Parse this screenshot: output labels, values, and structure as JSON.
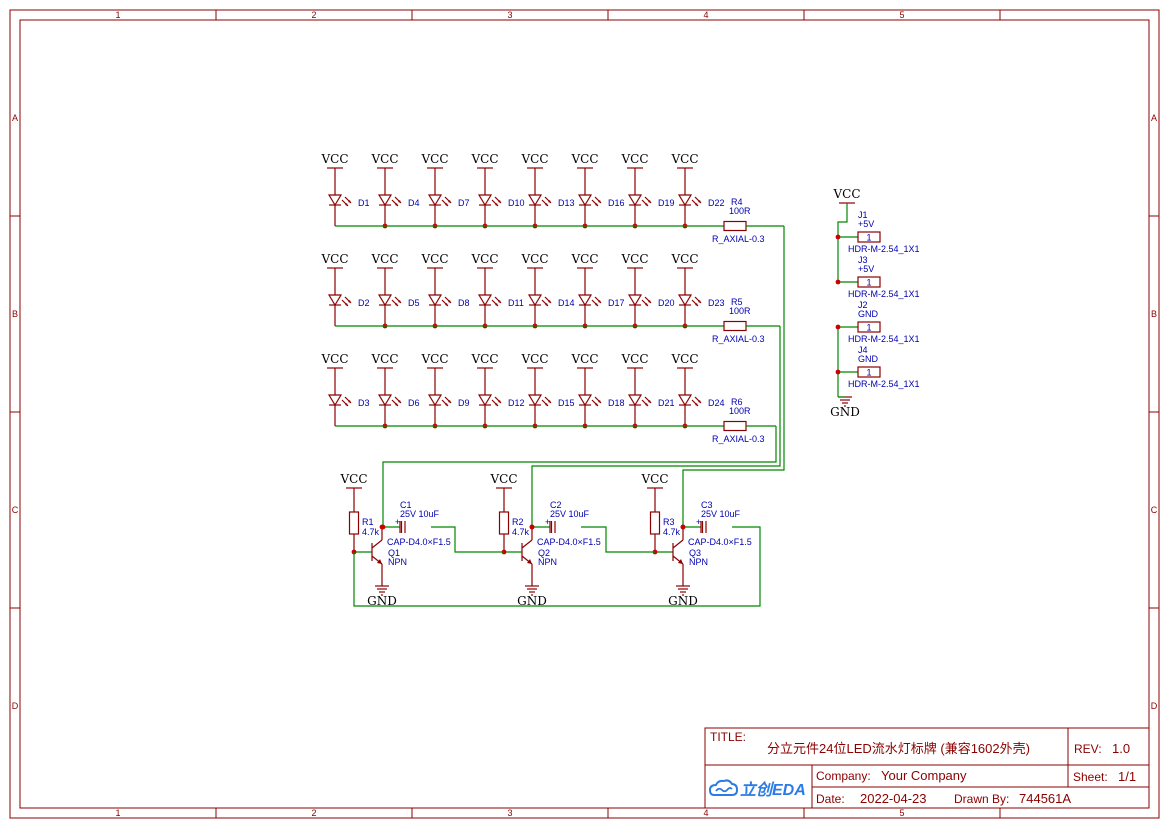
{
  "frame": {
    "columns": [
      "1",
      "2",
      "3",
      "4",
      "5"
    ],
    "rows": [
      "A",
      "B",
      "C",
      "D"
    ]
  },
  "power": {
    "vcc": "VCC",
    "gnd": "GND"
  },
  "led_rows": [
    {
      "leds": [
        "D1",
        "D4",
        "D7",
        "D10",
        "D13",
        "D16",
        "D19",
        "D22"
      ],
      "resistor": {
        "ref": "R4",
        "value": "100R",
        "footprint": "R_AXIAL-0.3"
      }
    },
    {
      "leds": [
        "D2",
        "D5",
        "D8",
        "D11",
        "D14",
        "D17",
        "D20",
        "D23"
      ],
      "resistor": {
        "ref": "R5",
        "value": "100R",
        "footprint": "R_AXIAL-0.3"
      }
    },
    {
      "leds": [
        "D3",
        "D6",
        "D9",
        "D12",
        "D15",
        "D18",
        "D21",
        "D24"
      ],
      "resistor": {
        "ref": "R6",
        "value": "100R",
        "footprint": "R_AXIAL-0.3"
      }
    }
  ],
  "stages": [
    {
      "r_ref": "R1",
      "r_val": "4.7k",
      "c_ref": "C1",
      "c_val": "25V 10uF",
      "c_fp": "CAP-D4.0×F1.5",
      "q_ref": "Q1",
      "q_val": "NPN"
    },
    {
      "r_ref": "R2",
      "r_val": "4.7k",
      "c_ref": "C2",
      "c_val": "25V 10uF",
      "c_fp": "CAP-D4.0×F1.5",
      "q_ref": "Q2",
      "q_val": "NPN"
    },
    {
      "r_ref": "R3",
      "r_val": "4.7k",
      "c_ref": "C3",
      "c_val": "25V 10uF",
      "c_fp": "CAP-D4.0×F1.5",
      "q_ref": "Q3",
      "q_val": "NPN"
    }
  ],
  "headers": [
    {
      "ref": "J1",
      "net": "+5V",
      "pin": "1",
      "footprint": "HDR-M-2.54_1X1"
    },
    {
      "ref": "J3",
      "net": "+5V",
      "pin": "1",
      "footprint": "HDR-M-2.54_1X1"
    },
    {
      "ref": "J2",
      "net": "GND",
      "pin": "1",
      "footprint": "HDR-M-2.54_1X1"
    },
    {
      "ref": "J4",
      "net": "GND",
      "pin": "1",
      "footprint": "HDR-M-2.54_1X1"
    }
  ],
  "title_block": {
    "title_label": "TITLE:",
    "title": "分立元件24位LED流水灯标牌 (兼容1602外壳)",
    "rev_label": "REV:",
    "rev": "1.0",
    "company_label": "Company:",
    "company": "Your Company",
    "sheet_label": "Sheet:",
    "sheet": "1/1",
    "date_label": "Date:",
    "date": "2022-04-23",
    "drawn_label": "Drawn By:",
    "drawn_by": "744561A",
    "logo_text": "立创EDA"
  },
  "colors": {
    "frame": "#8b0000",
    "wire": "#008800",
    "junction": "#cc0000",
    "label": "#0000b0"
  }
}
